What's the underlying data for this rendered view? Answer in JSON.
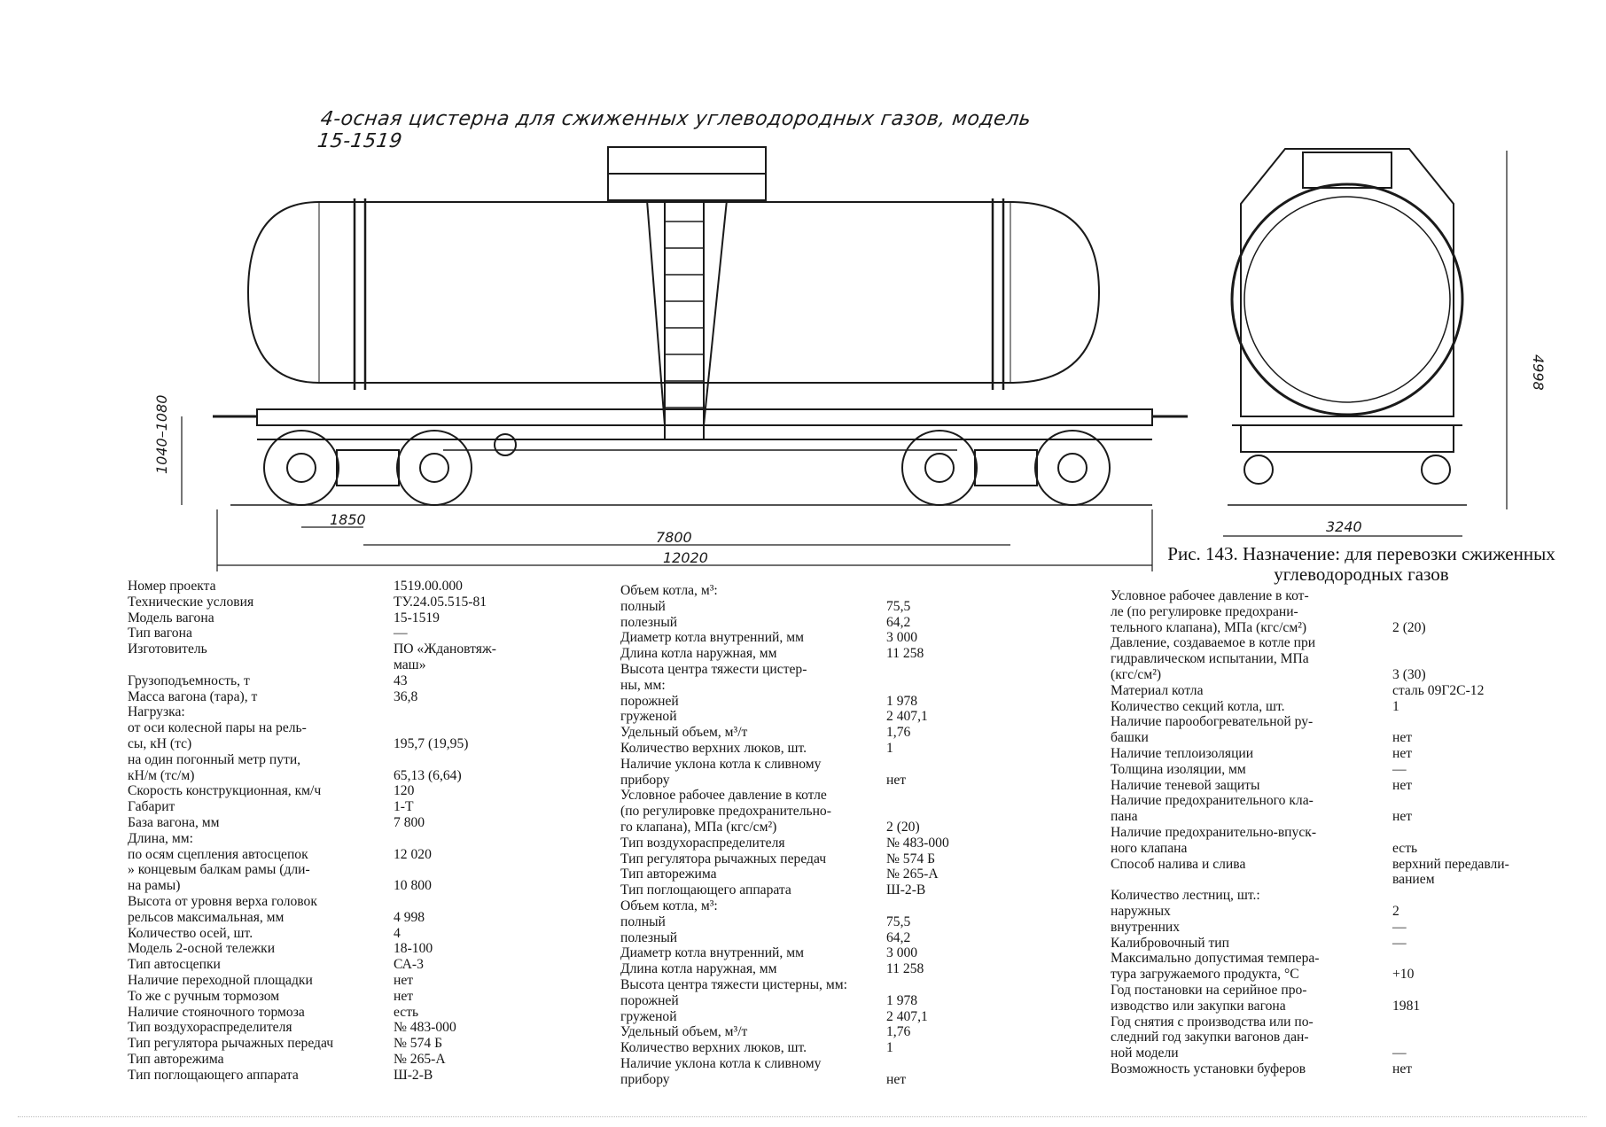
{
  "title": "4-осная цистерна для сжиженных углеводородных газов, модель 15-1519",
  "dimensions": {
    "height_coupler": "1040–1080",
    "bogie_base": "1850",
    "wagon_base": "7800",
    "length_couplers": "12020",
    "width": "3240",
    "height_total": "4998"
  },
  "caption": "Рис. 143. Назначение: для перевозки сжиженных углеводородных газов",
  "col1": [
    {
      "k": "Номер проекта",
      "v": "1519.00.000"
    },
    {
      "k": "Технические условия",
      "v": "ТУ.24.05.515-81"
    },
    {
      "k": "Модель вагона",
      "v": "15-1519"
    },
    {
      "k": "Тип вагона",
      "v": "—"
    },
    {
      "k": "Изготовитель",
      "v": "ПО «Ждановтяж-\nмаш»"
    },
    {
      "k": "Грузоподъемность, т",
      "v": "43"
    },
    {
      "k": "Масса вагона (тара), т",
      "v": "36,8"
    },
    {
      "k": "Нагрузка:",
      "v": ""
    },
    {
      "k": "    от оси колесной пары на рель-\n    сы, кН (тс)",
      "v": "195,7 (19,95)"
    },
    {
      "k": "    на один погонный метр пути,\n    кН/м (тс/м)",
      "v": "65,13 (6,64)"
    },
    {
      "k": "Скорость конструкционная, км/ч",
      "v": "120"
    },
    {
      "k": "Габарит",
      "v": "1-Т"
    },
    {
      "k": "База вагона, мм",
      "v": "7 800"
    },
    {
      "k": "Длина, мм:",
      "v": ""
    },
    {
      "k": "    по осям сцепления автосцепок",
      "v": "12 020"
    },
    {
      "k": "    »  концевым балкам рамы (дли-\n    на рамы)",
      "v": "10 800"
    },
    {
      "k": "Высота от уровня верха головок\nрельсов максимальная, мм",
      "v": "4 998"
    },
    {
      "k": "Количество осей, шт.",
      "v": "4"
    },
    {
      "k": "Модель 2-осной тележки",
      "v": "18-100"
    },
    {
      "k": "Тип автосцепки",
      "v": "СА-3"
    },
    {
      "k": "Наличие переходной площадки",
      "v": "нет"
    },
    {
      "k": "То же с ручным тормозом",
      "v": "нет"
    },
    {
      "k": "Наличие стояночного тормоза",
      "v": "есть"
    },
    {
      "k": "Тип воздухораспределителя",
      "v": "№ 483-000"
    },
    {
      "k": "Тип регулятора рычажных передач",
      "v": "№ 574 Б"
    },
    {
      "k": "Тип авторежима",
      "v": "№ 265-А"
    },
    {
      "k": "Тип поглощающего аппарата",
      "v": "Ш-2-В"
    }
  ],
  "col2": [
    {
      "k": "Объем котла, м³:",
      "v": ""
    },
    {
      "k": "    полный",
      "v": "75,5"
    },
    {
      "k": "    полезный",
      "v": "64,2"
    },
    {
      "k": "Диаметр котла внутренний, мм",
      "v": "3 000"
    },
    {
      "k": "Длина котла наружная, мм",
      "v": "11 258"
    },
    {
      "k": "Высота центра тяжести цистер-\nны, мм:",
      "v": ""
    },
    {
      "k": "    порожней",
      "v": "1 978"
    },
    {
      "k": "    груженой",
      "v": "2 407,1"
    },
    {
      "k": "Удельный объем, м³/т",
      "v": "1,76"
    },
    {
      "k": "Количество верхних люков, шт.",
      "v": "1"
    },
    {
      "k": "Наличие уклона котла к сливному\nприбору",
      "v": "нет"
    },
    {
      "k": "Условное рабочее давление в котле\n(по регулировке предохранительно-\nго клапана), МПа (кгс/см²)",
      "v": "2 (20)"
    },
    {
      "k": "Тип воздухораспределителя",
      "v": "№ 483-000"
    },
    {
      "k": "Тип регулятора рычажных передач",
      "v": "№ 574 Б"
    },
    {
      "k": "Тип авторежима",
      "v": "№ 265-А"
    },
    {
      "k": "Тип поглощающего аппарата",
      "v": "Ш-2-В"
    },
    {
      "k": "Объем котла, м³:",
      "v": ""
    },
    {
      "k": "    полный",
      "v": "75,5"
    },
    {
      "k": "    полезный",
      "v": "64,2"
    },
    {
      "k": "Диаметр котла внутренний, мм",
      "v": "3 000"
    },
    {
      "k": "Длина котла наружная, мм",
      "v": "11 258"
    },
    {
      "k": "Высота центра тяжести цистерны, мм:",
      "v": ""
    },
    {
      "k": "    порожней",
      "v": "1 978"
    },
    {
      "k": "    груженой",
      "v": "2 407,1"
    },
    {
      "k": "Удельный объем, м³/т",
      "v": "1,76"
    },
    {
      "k": "Количество верхних люков, шт.",
      "v": "1"
    },
    {
      "k": "Наличие уклона котла к сливному\nприбору",
      "v": "нет"
    }
  ],
  "col3": [
    {
      "k": "Условное рабочее давление в кот-\nле (по регулировке предохрани-\nтельного клапана), МПа (кгс/см²)",
      "v": "2 (20)"
    },
    {
      "k": "Давление, создаваемое в котле при\nгидравлическом испытании, МПа\n(кгс/см²)",
      "v": "3 (30)"
    },
    {
      "k": "Материал котла",
      "v": "сталь 09Г2С-12"
    },
    {
      "k": "Количество секций котла, шт.",
      "v": "1"
    },
    {
      "k": "Наличие парообогревательной ру-\nбашки",
      "v": "нет"
    },
    {
      "k": "Наличие теплоизоляции",
      "v": "нет"
    },
    {
      "k": "Толщина изоляции, мм",
      "v": "—"
    },
    {
      "k": "Наличие теневой защиты",
      "v": "нет"
    },
    {
      "k": "Наличие предохранительного кла-\nпана",
      "v": "нет"
    },
    {
      "k": "Наличие предохранительно-впуск-\nного клапана",
      "v": "есть"
    },
    {
      "k": "Способ налива и слива",
      "v": "верхний передавли-\nванием"
    },
    {
      "k": "Количество лестниц, шт.:",
      "v": ""
    },
    {
      "k": "        наружных",
      "v": "2"
    },
    {
      "k": "        внутренних",
      "v": "—"
    },
    {
      "k": "Калибровочный тип",
      "v": "—"
    },
    {
      "k": "Максимально допустимая темпера-\nтура загружаемого продукта, °С",
      "v": "+10"
    },
    {
      "k": "Год постановки на серийное про-\nизводство или закупки вагона",
      "v": "1981"
    },
    {
      "k": "Год снятия с производства или по-\nследний год закупки вагонов дан-\nной модели",
      "v": "—"
    },
    {
      "k": "Возможность установки буферов",
      "v": "нет"
    }
  ]
}
